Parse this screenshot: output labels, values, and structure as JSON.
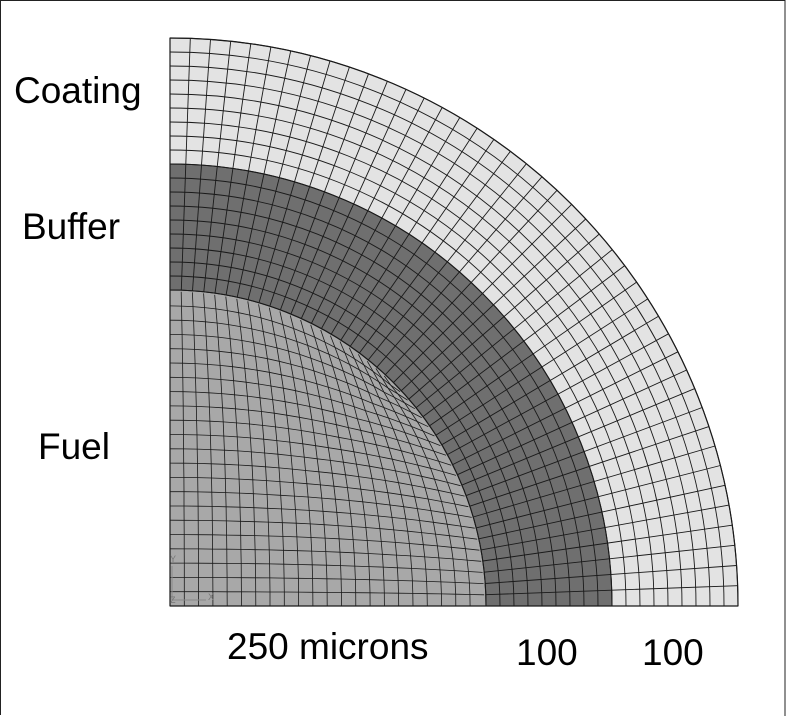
{
  "layers": [
    {
      "name": "Coating",
      "fill": "#e3e3e3"
    },
    {
      "name": "Buffer",
      "fill": "#6f6f6f"
    },
    {
      "name": "Fuel",
      "fill": "#a8a8a8"
    }
  ],
  "dimensions": {
    "fuel": "250 microns",
    "buffer": "100",
    "coating": "100"
  },
  "axis_triad": {
    "y": "Y",
    "x": "X",
    "z": "Z"
  },
  "colors": {
    "mesh_line": "#1a1a1a",
    "border": "#222222"
  }
}
